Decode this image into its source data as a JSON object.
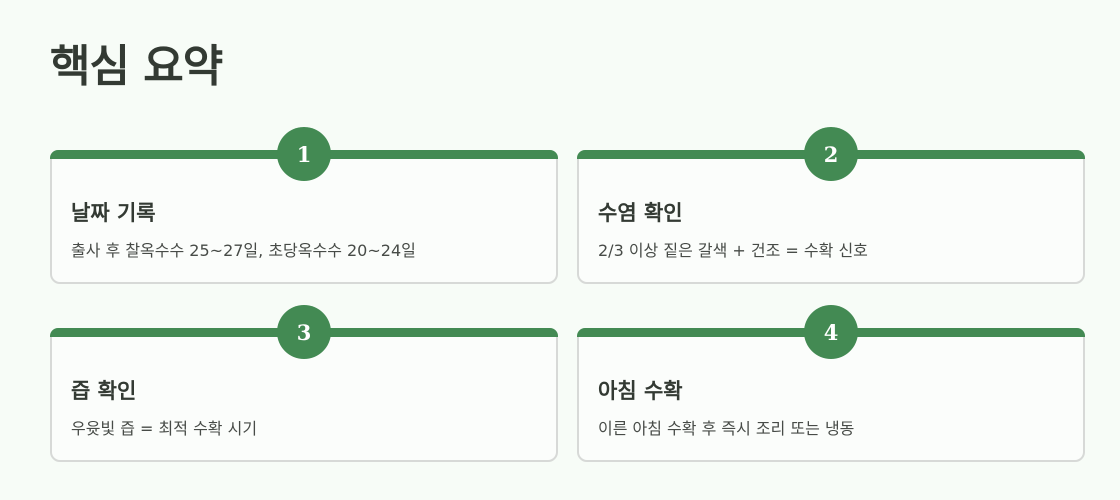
{
  "page": {
    "title": "핵심 요약"
  },
  "cards": [
    {
      "number": "1",
      "title": "날짜 기록",
      "description": "출사 후 찰옥수수 25~27일, 초당옥수수 20~24일"
    },
    {
      "number": "2",
      "title": "수염 확인",
      "description": "2/3 이상 짙은 갈색 + 건조 = 수확 신호"
    },
    {
      "number": "3",
      "title": "즙 확인",
      "description": "우윳빛 즙 = 최적 수확 시기"
    },
    {
      "number": "4",
      "title": "아침 수확",
      "description": "이른 아침 수확 후 즉시 조리 또는 냉동"
    }
  ],
  "colors": {
    "accent": "#438a53",
    "background": "#f7fcf7",
    "card_border": "#d7d9d7",
    "heading": "#333a33"
  }
}
